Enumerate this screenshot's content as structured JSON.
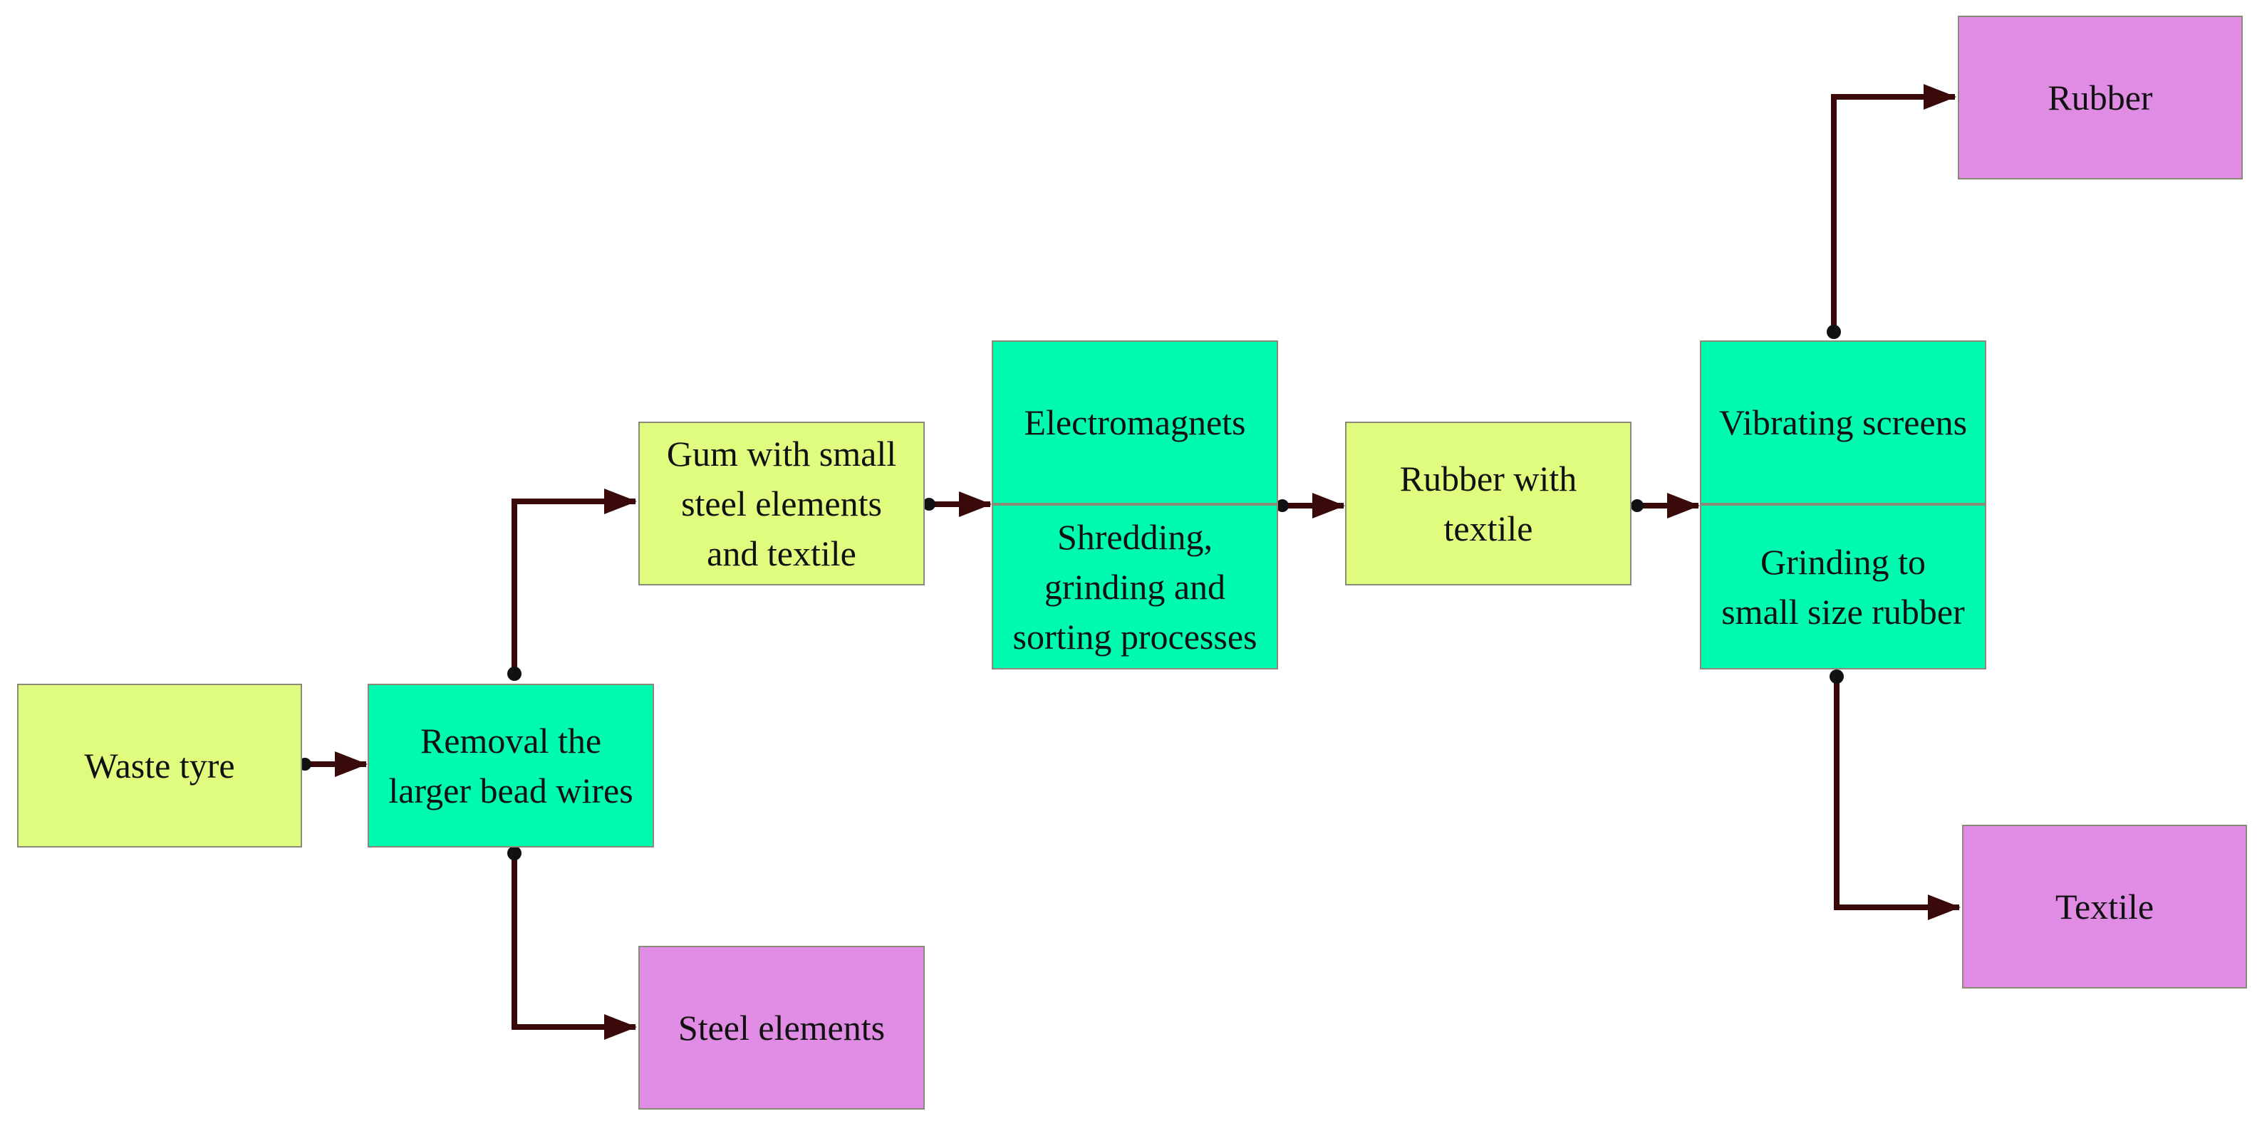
{
  "colors": {
    "input": "#e0fc7e",
    "process": "#00fbb0",
    "output": "#e08ce4",
    "connector": "#3a0a0a"
  },
  "nodes": {
    "waste_tyre": "Waste tyre",
    "removal_bead_wires": "Removal the\nlarger bead wires",
    "gum_steel_textile": "Gum with small\nsteel elements\nand textile",
    "steel_elements": "Steel elements",
    "electromagnets": "Electromagnets",
    "shredding_grinding_sorting": "Shredding,\ngrinding and\nsorting processes",
    "rubber_with_textile": "Rubber with\ntextile",
    "vibrating_screens": "Vibrating screens",
    "grinding_small_rubber": "Grinding to\nsmall size rubber",
    "rubber": "Rubber",
    "textile": "Textile"
  }
}
